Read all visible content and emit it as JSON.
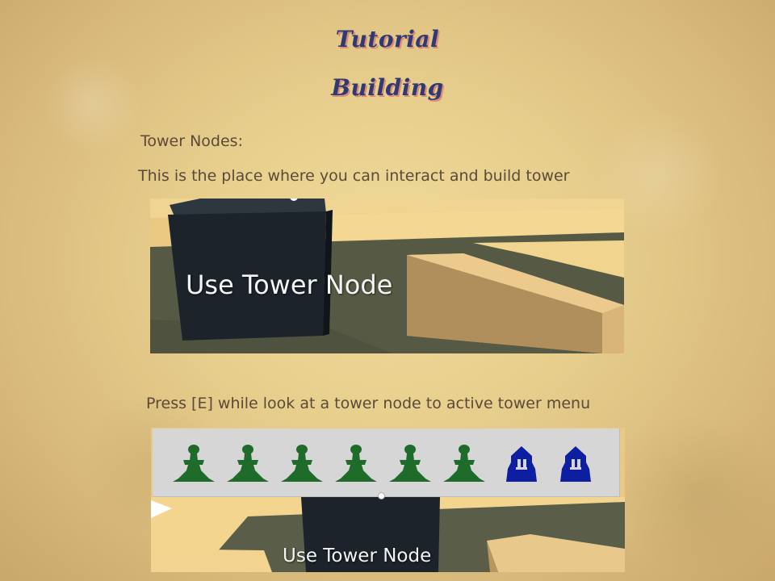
{
  "header": {
    "title": "Tutorial",
    "subtitle": "Building"
  },
  "section": {
    "heading": "Tower Nodes:",
    "description": "This is the place where you can interact and build tower",
    "instruction": "Press [E] while look at a tower node to active tower menu"
  },
  "screenshot1": {
    "prompt": "Use Tower Node"
  },
  "screenshot2": {
    "prompt": "Use Tower Node",
    "tower_menu": {
      "towers": [
        {
          "icon": "green-tower-icon",
          "color": "#1f6b2a"
        },
        {
          "icon": "green-tower-icon",
          "color": "#1f6b2a"
        },
        {
          "icon": "green-tower-icon",
          "color": "#1f6b2a"
        },
        {
          "icon": "green-tower-icon",
          "color": "#1f6b2a"
        },
        {
          "icon": "green-tower-icon",
          "color": "#1f6b2a"
        },
        {
          "icon": "green-tower-icon",
          "color": "#1f6b2a"
        },
        {
          "icon": "blue-tower-icon",
          "color": "#0d1fa0"
        },
        {
          "icon": "blue-tower-icon",
          "color": "#0d1fa0"
        }
      ]
    }
  },
  "colors": {
    "title": "#2f3a72",
    "title_shadow": "#d98a7a",
    "body_text": "#5a4a3a",
    "background": "#e6cd8c"
  }
}
